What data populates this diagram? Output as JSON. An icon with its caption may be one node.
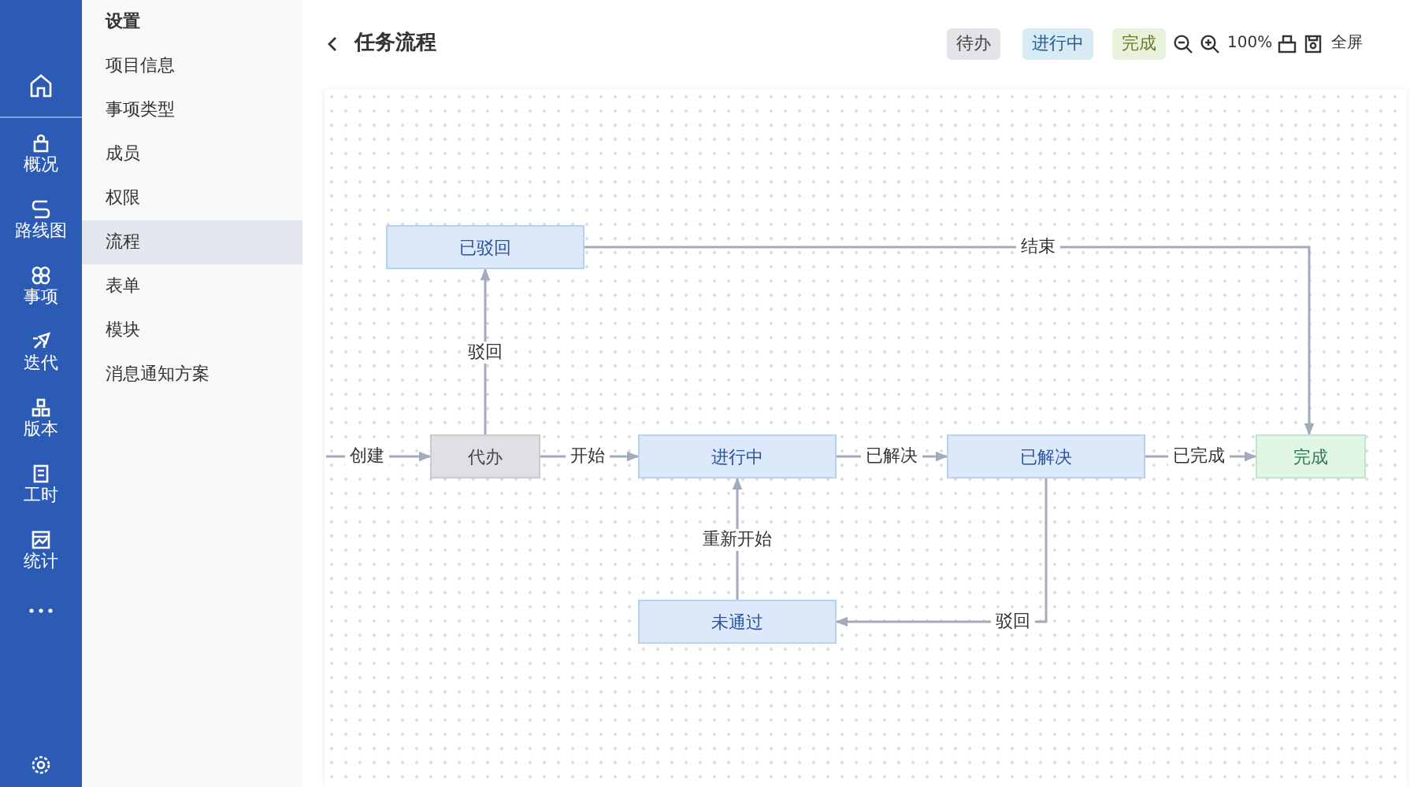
{
  "diagram": {
    "title": "任务流程",
    "nodes": [
      {
        "text": [
          "已驳回"
        ]
      },
      {
        "text": [
          "代办"
        ]
      },
      {
        "text": [
          "进行中"
        ]
      },
      {
        "text": [
          "已解决"
        ]
      },
      {
        "text": [
          "完成"
        ]
      },
      {
        "text": [
          "未通过"
        ]
      }
    ],
    "edges": [
      {
        "from": null,
        "to": 1,
        "arrow": "to",
        "label": "创建"
      },
      {
        "from": 1,
        "to": 0,
        "arrow": "to",
        "label": "驳回"
      },
      {
        "from": 1,
        "to": 2,
        "arrow": "to",
        "label": "开始"
      },
      {
        "from": 2,
        "to": 3,
        "arrow": "to",
        "label": "已解决"
      },
      {
        "from": 3,
        "to": 4,
        "arrow": "to",
        "label": "已完成"
      },
      {
        "from": 0,
        "to": 4,
        "arrow": "to",
        "label": "结束"
      },
      {
        "from": 3,
        "to": 5,
        "arrow": "to",
        "label": "驳回"
      },
      {
        "from": 5,
        "to": 2,
        "arrow": "to",
        "label": "重新开始"
      }
    ],
    "labels": [
      "概况",
      "路线图",
      "事项",
      "迭代",
      "版本",
      "工时",
      "统计",
      "设置",
      "项目信息",
      "事项类型",
      "成员",
      "权限",
      "流程",
      "表单",
      "模块",
      "消息通知方案",
      "100%",
      "全屏"
    ],
    "legend": [
      {
        "text": "待办",
        "color": "#e3e4e8"
      },
      {
        "text": "进行中",
        "color": "#d6ebf3"
      },
      {
        "text": "完成",
        "color": "#e6f2dc"
      }
    ]
  }
}
